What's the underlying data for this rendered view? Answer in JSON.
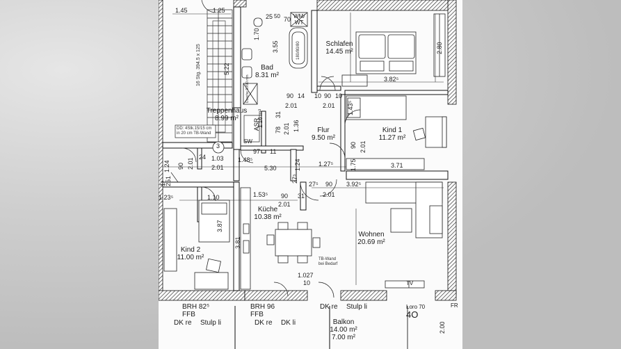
{
  "rooms": {
    "treppenhaus": {
      "name": "Treppenhaus",
      "area": "8.99 m²"
    },
    "bad": {
      "name": "Bad",
      "area": "8.31 m²"
    },
    "schlafen": {
      "name": "Schlafen",
      "area": "14.45 m²"
    },
    "asr": {
      "name": "ASR",
      "area": "1.16 m²"
    },
    "flur": {
      "name": "Flur",
      "area": "9.50 m²"
    },
    "kind1": {
      "name": "Kind 1",
      "area": "11.27 m²"
    },
    "kueche": {
      "name": "Küche",
      "area": "10.38 m²"
    },
    "wohnen": {
      "name": "Wohnen",
      "area": "20.69 m²"
    },
    "kind2": {
      "name": "Kind 2",
      "area": "11.00 m²"
    },
    "balkon": {
      "name": "Balkon",
      "area1": "14.00 m²",
      "area2": "7.00 m²"
    }
  },
  "dims": {
    "d145": "1.45",
    "d125": "1.25",
    "d25": "25",
    "d50": "50",
    "d70": "70",
    "d170": "1.70",
    "d355": "3.55",
    "d522": "5.22",
    "d280": "2.80",
    "d382": "3.82⁵",
    "d90a": "90",
    "d14": "14",
    "d10a": "10",
    "d90b": "90",
    "d10b": "10",
    "d201a": "2.01",
    "d201b": "2.01",
    "d143": "1.43⁵",
    "d78": "78",
    "d31": "31",
    "d201c": "2.01",
    "d136": "1.36",
    "d90c": "90",
    "d201d": "2.01",
    "d371": "3.71",
    "d97": "97",
    "d11": "11",
    "d148": "1.48⁵",
    "d530": "5.30",
    "d124a": "1.24",
    "d127": "1.27⁵",
    "d175": "1.75",
    "d124b": "1.24",
    "d90d": "90",
    "d24": "24",
    "d103": "1.03",
    "d201e": "2.01",
    "d201f": "2.01",
    "d275": "27⁵",
    "d27": "27⁵",
    "d90e": "90",
    "d392": "3.92⁵",
    "d123": "1.23⁵",
    "d110": "1.10",
    "d153": "1.53⁵",
    "d90f": "90",
    "d31b": "31",
    "d201g": "2.01",
    "d201h": "2.01",
    "d387": "3.87",
    "d381": "3.81",
    "d1027": "1.027",
    "d10c": "10",
    "d200": "2.00",
    "d251": "251",
    "d1_5": "1⁵"
  },
  "labels": {
    "stairs": "16 Stg. 394.5 x 125",
    "wmwt1": "WM/",
    "wmwt2": "WT",
    "tub": "180/80/80",
    "dusche": "Dusche 90/90 mm",
    "dd1": "DD: 4Stk.15/15 cm",
    "dd2": "in 20 cm TB-Wand",
    "sw": "SW",
    "circle3": "3",
    "tb1": "TB-Wand",
    "tb2": "bei Bedarf",
    "tv": "TV",
    "fr": "FR"
  },
  "bottom": {
    "brh1": "BRH 82⁵",
    "ffb1": "FFB",
    "dk1": "DK re",
    "stulp1": "Stulp li",
    "brh2": "BRH 96",
    "ffb2": "FFB",
    "dk2": "DK re",
    "dk3": "DK li",
    "dk4": "DK re",
    "stulp2": "Stulp li",
    "loro": "Loro 70",
    "symbol": "4O"
  }
}
